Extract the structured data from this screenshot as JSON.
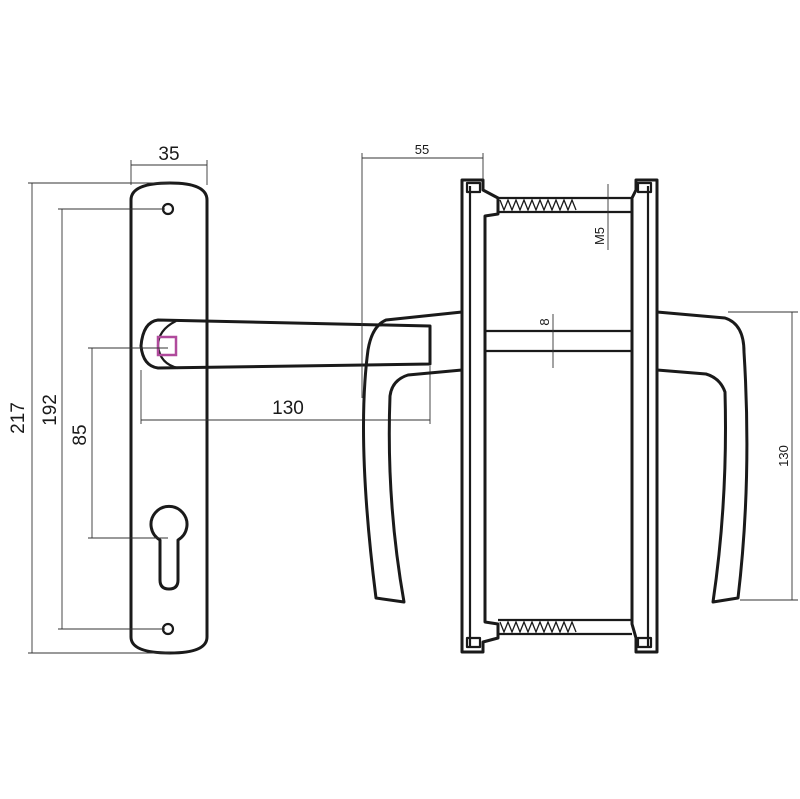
{
  "dimensions": {
    "plate_width": "35",
    "total_height": "217",
    "hole_spacing": "192",
    "backset": "85",
    "lever_length": "130",
    "gap": "55",
    "screw": "M5",
    "spindle": "8",
    "handle_height": "130"
  },
  "colors": {
    "outline": "#1a1a1a",
    "spindle_square": "#b04a9c"
  }
}
